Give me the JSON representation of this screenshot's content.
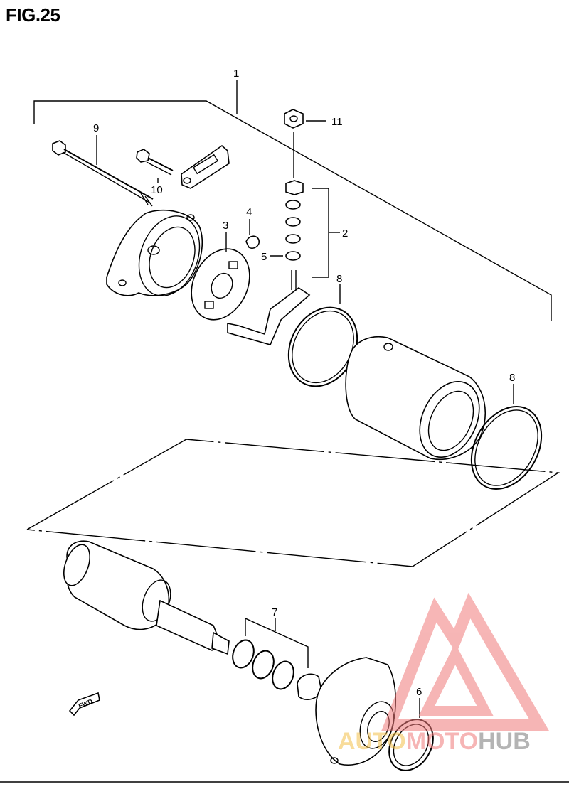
{
  "figure": {
    "title": "FIG.25"
  },
  "callouts": [
    {
      "id": "1",
      "label": "1"
    },
    {
      "id": "2",
      "label": "2"
    },
    {
      "id": "3",
      "label": "3"
    },
    {
      "id": "4",
      "label": "4"
    },
    {
      "id": "5",
      "label": "5"
    },
    {
      "id": "6",
      "label": "6"
    },
    {
      "id": "7",
      "label": "7"
    },
    {
      "id": "8a",
      "label": "8"
    },
    {
      "id": "8b",
      "label": "8"
    },
    {
      "id": "9",
      "label": "9"
    },
    {
      "id": "10",
      "label": "10"
    },
    {
      "id": "11",
      "label": "11"
    }
  ],
  "direction_marker": {
    "label": "FWD"
  },
  "watermark": {
    "text_a": "AUTO",
    "text_b": "MOTO",
    "text_c": "HUB",
    "color": "#f07a7a"
  }
}
